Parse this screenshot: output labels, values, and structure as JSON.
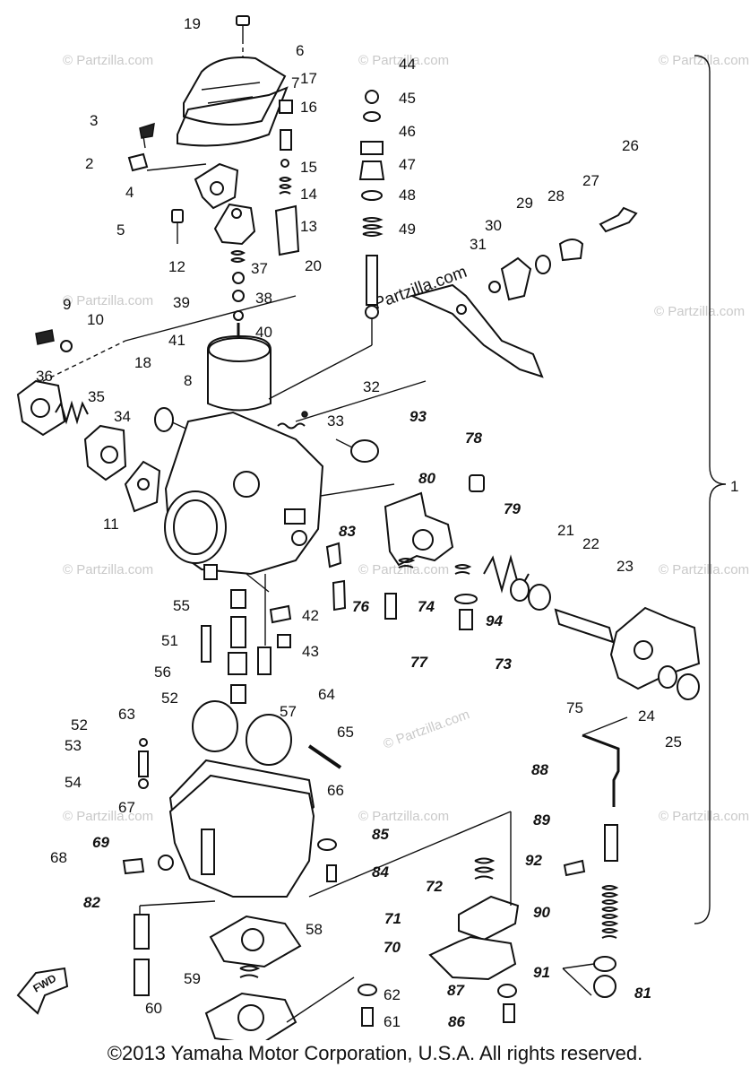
{
  "watermark": "© Partzilla.com",
  "brand_overlay": "Partzilla.com",
  "fwd_label": "FWD",
  "copyright": "©2013 Yamaha Motor Corporation, U.S.A. All rights reserved.",
  "callouts": [
    {
      "n": "1"
    },
    {
      "n": "2"
    },
    {
      "n": "3"
    },
    {
      "n": "4"
    },
    {
      "n": "5"
    },
    {
      "n": "6"
    },
    {
      "n": "7"
    },
    {
      "n": "8"
    },
    {
      "n": "9"
    },
    {
      "n": "10"
    },
    {
      "n": "11"
    },
    {
      "n": "12"
    },
    {
      "n": "13"
    },
    {
      "n": "14"
    },
    {
      "n": "15"
    },
    {
      "n": "16"
    },
    {
      "n": "17"
    },
    {
      "n": "18"
    },
    {
      "n": "19"
    },
    {
      "n": "20"
    },
    {
      "n": "21"
    },
    {
      "n": "22"
    },
    {
      "n": "23"
    },
    {
      "n": "24"
    },
    {
      "n": "25"
    },
    {
      "n": "26"
    },
    {
      "n": "27"
    },
    {
      "n": "28"
    },
    {
      "n": "29"
    },
    {
      "n": "30"
    },
    {
      "n": "31"
    },
    {
      "n": "32"
    },
    {
      "n": "33"
    },
    {
      "n": "34"
    },
    {
      "n": "35"
    },
    {
      "n": "36"
    },
    {
      "n": "37"
    },
    {
      "n": "38"
    },
    {
      "n": "39"
    },
    {
      "n": "40"
    },
    {
      "n": "41"
    },
    {
      "n": "42"
    },
    {
      "n": "43"
    },
    {
      "n": "44"
    },
    {
      "n": "45"
    },
    {
      "n": "46"
    },
    {
      "n": "47"
    },
    {
      "n": "48"
    },
    {
      "n": "49"
    },
    {
      "n": "51"
    },
    {
      "n": "52"
    },
    {
      "n": "52"
    },
    {
      "n": "53"
    },
    {
      "n": "54"
    },
    {
      "n": "55"
    },
    {
      "n": "56"
    },
    {
      "n": "57"
    },
    {
      "n": "58"
    },
    {
      "n": "59"
    },
    {
      "n": "60"
    },
    {
      "n": "61"
    },
    {
      "n": "62"
    },
    {
      "n": "63"
    },
    {
      "n": "64"
    },
    {
      "n": "65"
    },
    {
      "n": "66"
    },
    {
      "n": "67"
    },
    {
      "n": "68"
    },
    {
      "n": "69"
    },
    {
      "n": "70"
    },
    {
      "n": "71"
    },
    {
      "n": "72"
    },
    {
      "n": "73"
    },
    {
      "n": "74"
    },
    {
      "n": "75"
    },
    {
      "n": "76"
    },
    {
      "n": "77"
    },
    {
      "n": "78"
    },
    {
      "n": "79"
    },
    {
      "n": "80"
    },
    {
      "n": "81"
    },
    {
      "n": "82"
    },
    {
      "n": "83"
    },
    {
      "n": "84"
    },
    {
      "n": "85"
    },
    {
      "n": "86"
    },
    {
      "n": "87"
    },
    {
      "n": "88"
    },
    {
      "n": "89"
    },
    {
      "n": "90"
    },
    {
      "n": "91"
    },
    {
      "n": "92"
    },
    {
      "n": "93"
    },
    {
      "n": "94"
    }
  ]
}
